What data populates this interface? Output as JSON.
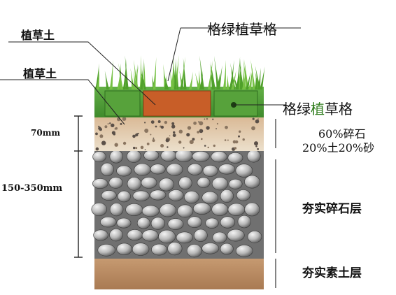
{
  "labels": {
    "top_left_soil": "植草土",
    "mid_left_soil": "植草土",
    "top_grid": "格绿植草格",
    "top_grid_accent": "植",
    "right_grid_pre": "格绿",
    "right_grid_mid": "植",
    "right_grid_post": "草格",
    "dim_small": "70mm",
    "dim_large": "150-350mm",
    "gravel_mix_line1": "60%碎石",
    "gravel_mix_line2": "20%土20%砂",
    "compacted_gravel": "夯实碎石层",
    "compacted_soil": "夯实素土层"
  },
  "colors": {
    "grass": "#4fa02a",
    "grid_green": "#4c9a35",
    "soil_brick": "#c9622a",
    "sand_layer": "#d8bb9a",
    "gravel_bg": "#6f6f6f",
    "soil_bottom": "#b98c64"
  }
}
